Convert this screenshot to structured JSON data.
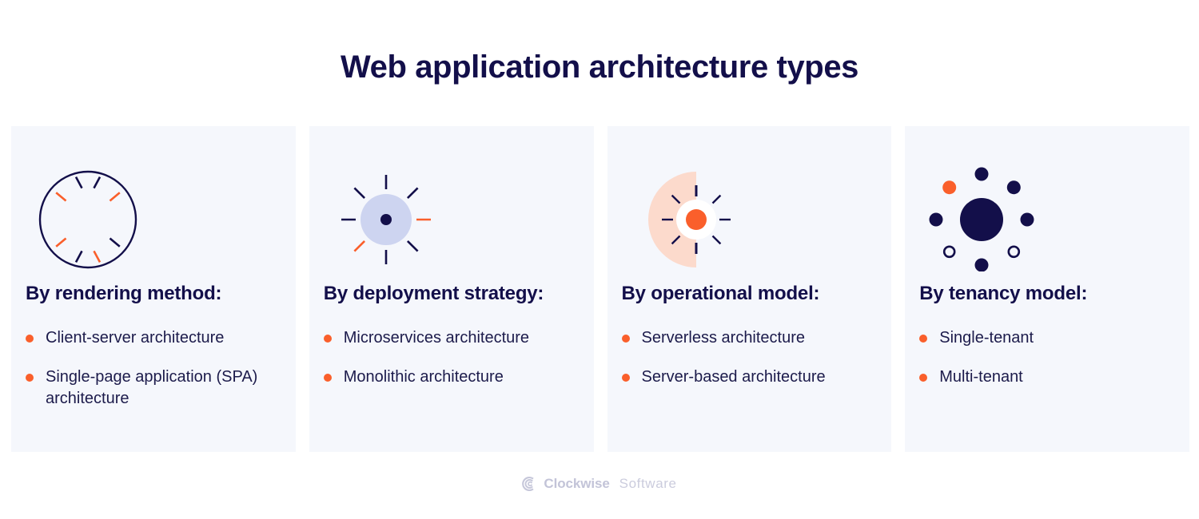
{
  "page": {
    "title": "Web application architecture types",
    "background": "#FFFFFF"
  },
  "theme": {
    "navy": "#130F4A",
    "orange": "#FA5F2B",
    "card_bg": "#F5F7FC",
    "periwinkle": "#CDD4F0",
    "peach": "#FCDACC",
    "footer_gray": "#C6C7DA"
  },
  "cards": [
    {
      "icon_name": "dial-ticks-circle-icon",
      "heading": "By rendering method:",
      "bullets": [
        "Client-server architecture",
        "Single-page application (SPA) architecture"
      ]
    },
    {
      "icon_name": "radial-burst-filled-circle-icon",
      "heading": "By deployment strategy:",
      "bullets": [
        "Microservices architecture",
        "Monolithic architecture"
      ]
    },
    {
      "icon_name": "half-disc-sun-icon",
      "heading": "By operational model:",
      "bullets": [
        "Serverless architecture",
        "Server-based architecture"
      ]
    },
    {
      "icon_name": "orbit-dots-icon",
      "heading": "By tenancy model:",
      "bullets": [
        "Single-tenant",
        "Multi-tenant"
      ]
    }
  ],
  "footer": {
    "mark_name": "clockwise-spiral-logo-icon",
    "brand": "Clockwise",
    "word": "Software"
  }
}
